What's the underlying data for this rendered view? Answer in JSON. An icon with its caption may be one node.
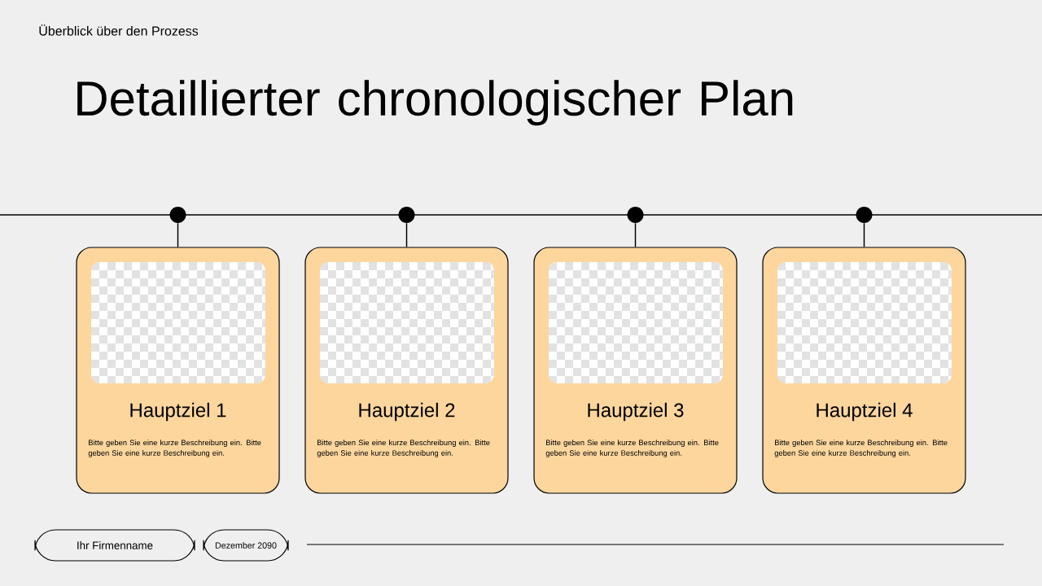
{
  "diagram": {
    "title": "Detaillierter chronologischer Plan",
    "nodes": [
      {
        "text": [],
        "shape": "circle"
      },
      {
        "text": [],
        "shape": "circle"
      },
      {
        "text": [],
        "shape": "circle"
      },
      {
        "text": [],
        "shape": "circle"
      },
      {
        "text": [
          "Hauptziel 1",
          "Bitte geben Sie eine kurze Beschreibung ein. Bitte geben Sie eine kurze Beschreibung ein."
        ]
      },
      {
        "text": [
          "Hauptziel 2",
          "Bitte geben Sie eine kurze Beschreibung ein. Bitte geben Sie eine kurze Beschreibung ein."
        ]
      },
      {
        "text": [
          "Hauptziel 3",
          "Bitte geben Sie eine kurze Beschreibung ein. Bitte geben Sie eine kurze Beschreibung ein."
        ]
      },
      {
        "text": [
          "Hauptziel 4",
          "Bitte geben Sie eine kurze Beschreibung ein. Bitte geben Sie eine kurze Beschreibung ein."
        ]
      },
      {
        "text": [
          "Ihr Firmenname"
        ]
      },
      {
        "text": [
          "Dezember 2090"
        ]
      }
    ],
    "edges": [
      {
        "from": 0,
        "to": 4,
        "arrow": "none"
      },
      {
        "from": 1,
        "to": 5,
        "arrow": "none"
      },
      {
        "from": 2,
        "to": 6,
        "arrow": "none"
      },
      {
        "from": 3,
        "to": 7,
        "arrow": "none"
      }
    ],
    "labels": [
      "Überblick über den Prozess"
    ]
  }
}
